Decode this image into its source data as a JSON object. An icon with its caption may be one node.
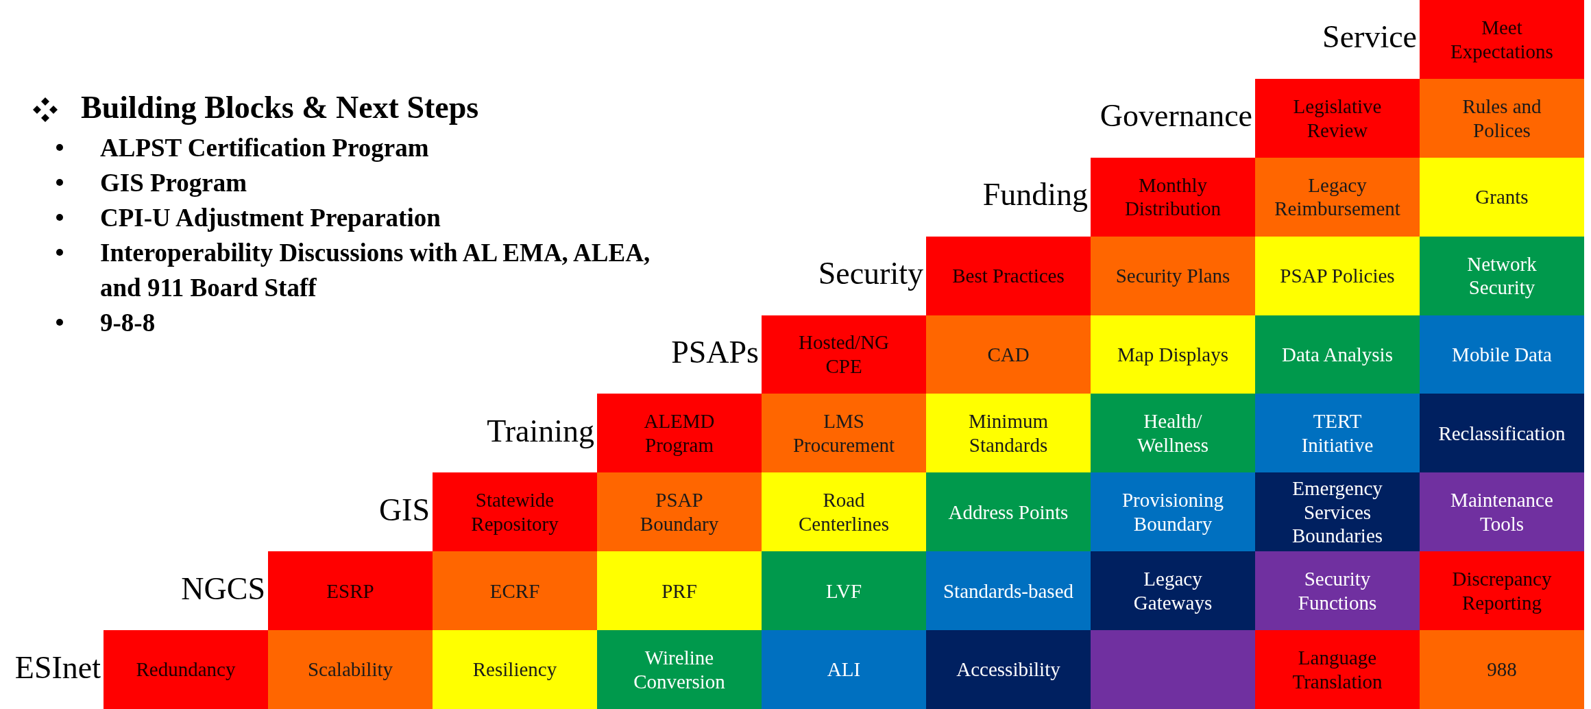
{
  "diagram": {
    "title": "Building Blocks & Next Steps",
    "nodes": [
      {
        "text": [
          "Meet Expectations"
        ]
      },
      {
        "text": [
          "Legislative Review"
        ]
      },
      {
        "text": [
          "Rules and Polices"
        ]
      },
      {
        "text": [
          "Monthly Distribution"
        ]
      },
      {
        "text": [
          "Legacy Reimbursement"
        ]
      },
      {
        "text": [
          "Grants"
        ]
      },
      {
        "text": [
          "Best Practices"
        ]
      },
      {
        "text": [
          "Security Plans"
        ]
      },
      {
        "text": [
          "PSAP Policies"
        ]
      },
      {
        "text": [
          "Network Security"
        ]
      },
      {
        "text": [
          "Hosted/NG CPE"
        ]
      },
      {
        "text": [
          "CAD"
        ]
      },
      {
        "text": [
          "Map Displays"
        ]
      },
      {
        "text": [
          "Data Analysis"
        ]
      },
      {
        "text": [
          "Mobile Data"
        ]
      },
      {
        "text": [
          "ALEMD Program"
        ]
      },
      {
        "text": [
          "LMS Procurement"
        ]
      },
      {
        "text": [
          "Minimum Standards"
        ]
      },
      {
        "text": [
          "Health/ Wellness"
        ]
      },
      {
        "text": [
          "TERT Initiative"
        ]
      },
      {
        "text": [
          "Reclassification"
        ]
      },
      {
        "text": [
          "Statewide Repository"
        ]
      },
      {
        "text": [
          "PSAP Boundary"
        ]
      },
      {
        "text": [
          "Road Centerlines"
        ]
      },
      {
        "text": [
          "Address Points"
        ]
      },
      {
        "text": [
          "Provisioning Boundary"
        ]
      },
      {
        "text": [
          "Emergency Services Boundaries"
        ]
      },
      {
        "text": [
          "Maintenance Tools"
        ]
      },
      {
        "text": [
          "ESRP"
        ]
      },
      {
        "text": [
          "ECRF"
        ]
      },
      {
        "text": [
          "PRF"
        ]
      },
      {
        "text": [
          "LVF"
        ]
      },
      {
        "text": [
          "Standards-based"
        ]
      },
      {
        "text": [
          "Legacy Gateways"
        ]
      },
      {
        "text": [
          "Security Functions"
        ]
      },
      {
        "text": [
          "Discrepancy Reporting"
        ]
      },
      {
        "text": [
          "Redundancy"
        ]
      },
      {
        "text": [
          "Scalability"
        ]
      },
      {
        "text": [
          "Resiliency"
        ]
      },
      {
        "text": [
          "Wireline Conversion"
        ]
      },
      {
        "text": [
          "ALI"
        ]
      },
      {
        "text": [
          "Accessibility"
        ]
      },
      {
        "text": [],
        "shape": "box"
      },
      {
        "text": [
          "Language Translation"
        ]
      },
      {
        "text": [
          "988"
        ]
      }
    ],
    "labels": [
      "Service",
      "Governance",
      "Funding",
      "Security",
      "PSAPs",
      "Training",
      "GIS",
      "NGCS",
      "ESInet",
      "ALPST Certification Program",
      "GIS Program",
      "CPI-U Adjustment Preparation",
      "Interoperability Discussions with AL EMA, ALEA, and 911 Board Staff",
      "9-8-8"
    ]
  }
}
